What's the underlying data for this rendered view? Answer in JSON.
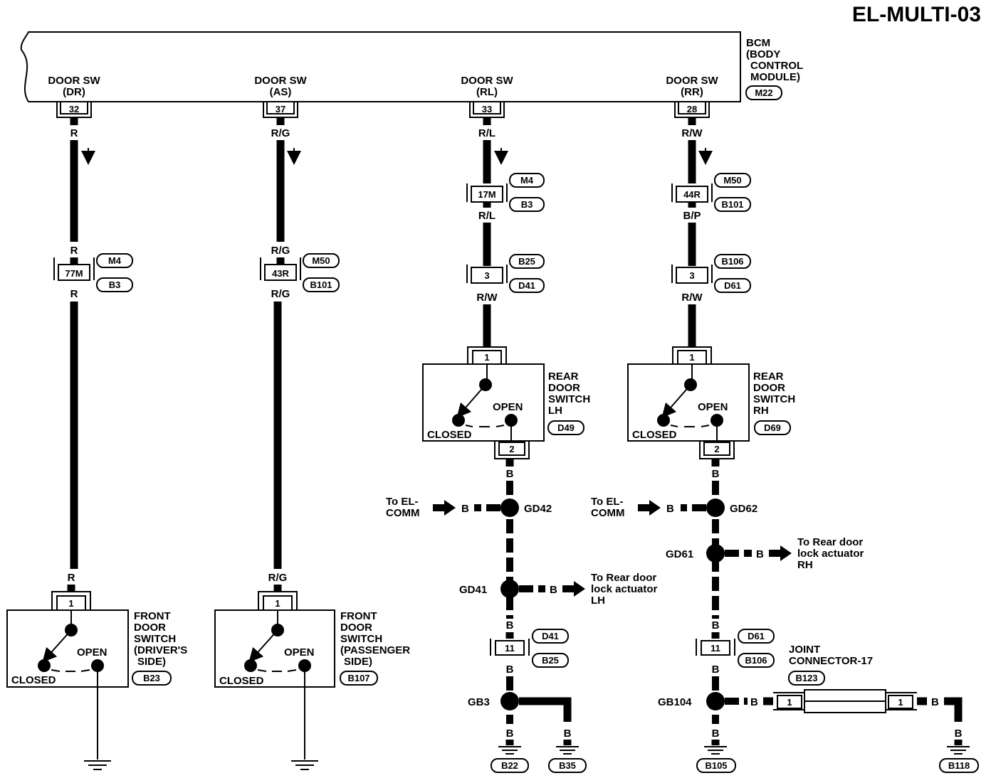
{
  "page_id": "EL-MULTI-03",
  "bcm": {
    "lines": [
      "BCM",
      "(BODY",
      "CONTROL",
      "MODULE)"
    ],
    "connector": "M22",
    "terminals": [
      {
        "label1": "DOOR SW",
        "label2": "(DR)",
        "pin": "32"
      },
      {
        "label1": "DOOR SW",
        "label2": "(AS)",
        "pin": "37"
      },
      {
        "label1": "DOOR SW",
        "label2": "(RL)",
        "pin": "33"
      },
      {
        "label1": "DOOR SW",
        "label2": "(RR)",
        "pin": "28"
      }
    ]
  },
  "wire_colors": {
    "dr": "R",
    "as": "R/G",
    "rl_top": "R/L",
    "rl_mid": "R/W",
    "rr_top": "R/W",
    "rr_mid": "B/P",
    "rr_low": "R/W",
    "ground": "B"
  },
  "joints": {
    "dr": {
      "pin": "77M",
      "top": "M4",
      "bottom": "B3"
    },
    "as": {
      "pin": "43R",
      "top": "M50",
      "bottom": "B101"
    },
    "rl_1": {
      "pin": "17M",
      "top": "M4",
      "bottom": "B3"
    },
    "rl_2": {
      "pin": "3",
      "top": "B25",
      "bottom": "D41"
    },
    "rl_3": {
      "pin": "11",
      "top": "D41",
      "bottom": "B25"
    },
    "rr_1": {
      "pin": "44R",
      "top": "M50",
      "bottom": "B101"
    },
    "rr_2": {
      "pin": "3",
      "top": "B106",
      "bottom": "D61"
    },
    "rr_3": {
      "pin": "11",
      "top": "D61",
      "bottom": "B106"
    }
  },
  "switches": {
    "front_dr": {
      "lines": [
        "FRONT",
        "DOOR",
        "SWITCH",
        "(DRIVER'S",
        " SIDE)"
      ],
      "connector": "B23",
      "pin_top": "1",
      "open": "OPEN",
      "closed": "CLOSED"
    },
    "front_as": {
      "lines": [
        "FRONT",
        "DOOR",
        "SWITCH",
        "(PASSENGER",
        " SIDE)"
      ],
      "connector": "B107",
      "pin_top": "1",
      "open": "OPEN",
      "closed": "CLOSED"
    },
    "rear_lh": {
      "lines": [
        "REAR",
        "DOOR",
        "SWITCH",
        "LH"
      ],
      "connector": "D49",
      "pin_top": "1",
      "pin_bottom": "2",
      "open": "OPEN",
      "closed": "CLOSED"
    },
    "rear_rh": {
      "lines": [
        "REAR",
        "DOOR",
        "SWITCH",
        "RH"
      ],
      "connector": "D69",
      "pin_top": "1",
      "pin_bottom": "2",
      "open": "OPEN",
      "closed": "CLOSED"
    }
  },
  "splices": {
    "gd42": "GD42",
    "gd41": "GD41",
    "gb3": "GB3",
    "gd62": "GD62",
    "gd61": "GD61",
    "gb104": "GB104"
  },
  "refs": {
    "el_comm_1": [
      "To EL-",
      "COMM"
    ],
    "el_comm_2": [
      "To EL-",
      "COMM"
    ],
    "rear_lock_lh": [
      "To Rear door",
      "lock actuator",
      "LH"
    ],
    "rear_lock_rh": [
      "To Rear door",
      "lock actuator",
      "RH"
    ]
  },
  "joint_connector": {
    "lines": [
      "JOINT",
      "CONNECTOR-17"
    ],
    "connector": "B123",
    "pin_left": "1",
    "pin_right": "1"
  },
  "grounds": {
    "b22": "B22",
    "b35": "B35",
    "b105": "B105",
    "b118": "B118"
  }
}
